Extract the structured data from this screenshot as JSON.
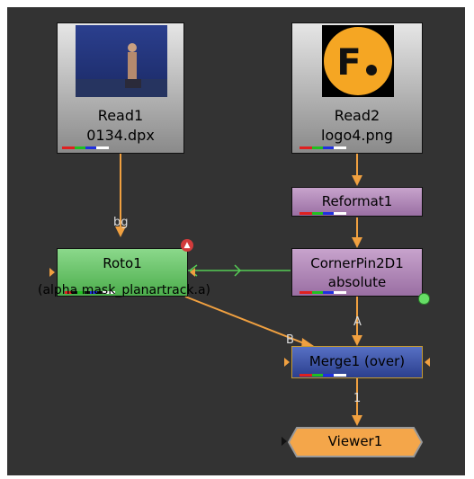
{
  "nodes": {
    "read1": {
      "name": "Read1",
      "file": "0134.dpx"
    },
    "read2": {
      "name": "Read2",
      "file": "logo4.png",
      "logo_letter": "F."
    },
    "reformat": {
      "label": "Reformat1"
    },
    "roto": {
      "name": "Roto1",
      "sub": "(alpha mask_planartrack.a)"
    },
    "cornerpin": {
      "name": "CornerPin2D1",
      "sub": "absolute"
    },
    "merge": {
      "label": "Merge1 (over)"
    },
    "viewer": {
      "label": "Viewer1"
    }
  },
  "input_labels": {
    "bg": "bg",
    "b": "B",
    "a": "A",
    "viewer_input": "1"
  },
  "colors": {
    "wire": "#f0a040",
    "link": "#55cc55",
    "read_node": "#b0b0b0",
    "transform_node": "#b387b8",
    "roto_node": "#6cc86c",
    "merge_node": "#3f55b0",
    "viewer_node": "#f4a64a"
  }
}
